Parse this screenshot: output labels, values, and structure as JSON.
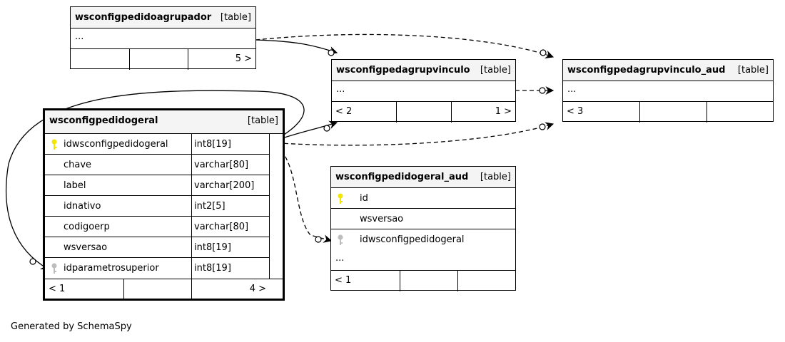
{
  "colors": {
    "primary_key": "#f2e600",
    "foreign_key": "#bdbdbd",
    "header_bg": "#f4f4f4",
    "line": "#000000"
  },
  "tables": {
    "agrupador": {
      "name": "wsconfigpedidoagrupador",
      "type": "[table]",
      "ellipsis": "...",
      "footer": [
        "",
        "",
        "5 >"
      ]
    },
    "vinculo": {
      "name": "wsconfigpedagrupvinculo",
      "type": "[table]",
      "ellipsis": "...",
      "footer": [
        "< 2",
        "",
        "1 >"
      ]
    },
    "vinculo_aud": {
      "name": "wsconfigpedagrupvinculo_aud",
      "type": "[table]",
      "ellipsis": "...",
      "footer": [
        "< 3",
        "",
        ""
      ]
    },
    "geral": {
      "name": "wsconfigpedidogeral",
      "type": "[table]",
      "columns": [
        {
          "name": "idwsconfigpedidogeral",
          "type": "int8[19]",
          "key": "primary-key-icon"
        },
        {
          "name": "chave",
          "type": "varchar[80]",
          "key": ""
        },
        {
          "name": "label",
          "type": "varchar[200]",
          "key": ""
        },
        {
          "name": "idnativo",
          "type": "int2[5]",
          "key": ""
        },
        {
          "name": "codigoerp",
          "type": "varchar[80]",
          "key": ""
        },
        {
          "name": "wsversao",
          "type": "int8[19]",
          "key": ""
        },
        {
          "name": "idparametrosuperior",
          "type": "int8[19]",
          "key": "foreign-key-icon"
        }
      ],
      "footer": [
        "< 1",
        "",
        "4 >"
      ]
    },
    "geral_aud": {
      "name": "wsconfigpedidogeral_aud",
      "type": "[table]",
      "columns": [
        {
          "name": "id",
          "key": "primary-key-icon"
        },
        {
          "name": "wsversao",
          "key": ""
        },
        {
          "name": "idwsconfigpedidogeral",
          "key": "foreign-key-icon"
        }
      ],
      "ellipsis": "...",
      "footer": [
        "< 1",
        "",
        ""
      ]
    }
  },
  "footer_text": "Generated by SchemaSpy"
}
